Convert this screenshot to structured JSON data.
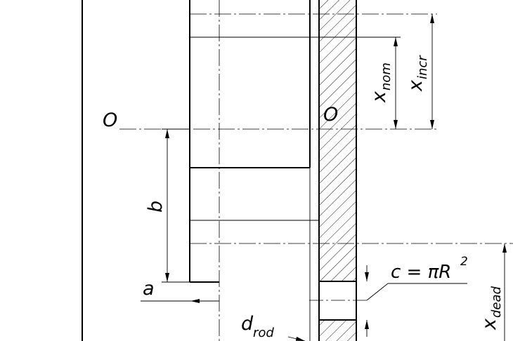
{
  "labels": {
    "axis_left": "O",
    "axis_right": "O",
    "x_nom_main": "x",
    "x_nom_sub": "nom",
    "x_incr_main": "x",
    "x_incr_sub": "incr",
    "b": "b",
    "a": "a",
    "d_rod_main": "d",
    "d_rod_sub": "rod",
    "c_formula": "c = πR",
    "c_exponent": "2",
    "x_dead_main": "x",
    "x_dead_sub": "dead"
  }
}
